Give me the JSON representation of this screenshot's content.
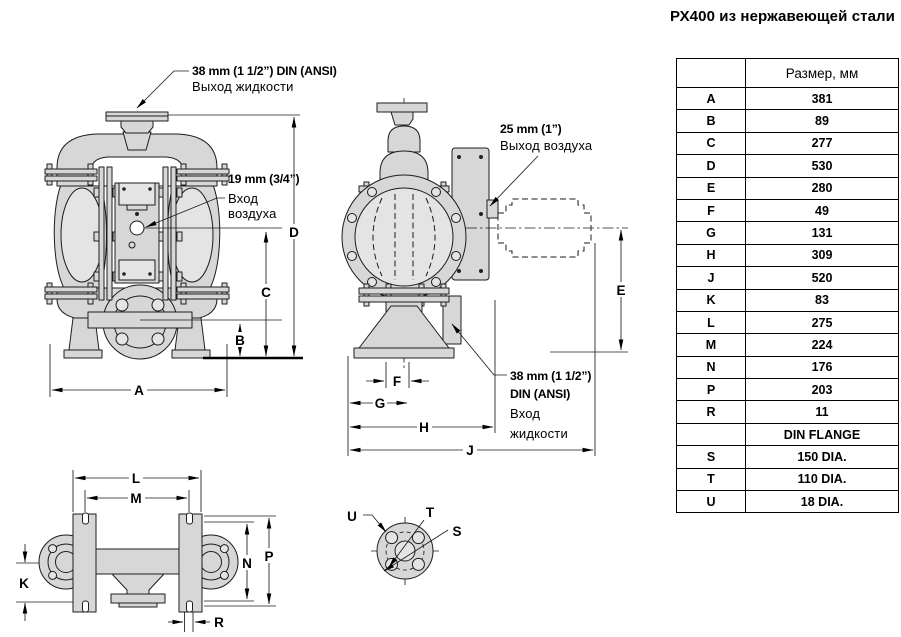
{
  "title": "РХ400 из нержавеющей стали",
  "table": {
    "size_header": "Размер, мм",
    "rows": [
      {
        "dim": "A",
        "value": "381"
      },
      {
        "dim": "B",
        "value": "89"
      },
      {
        "dim": "C",
        "value": "277"
      },
      {
        "dim": "D",
        "value": "530"
      },
      {
        "dim": "E",
        "value": "280"
      },
      {
        "dim": "F",
        "value": "49"
      },
      {
        "dim": "G",
        "value": "131"
      },
      {
        "dim": "H",
        "value": "309"
      },
      {
        "dim": "J",
        "value": "520"
      },
      {
        "dim": "K",
        "value": "83"
      },
      {
        "dim": "L",
        "value": "275"
      },
      {
        "dim": "M",
        "value": "224"
      },
      {
        "dim": "N",
        "value": "176"
      },
      {
        "dim": "P",
        "value": "203"
      },
      {
        "dim": "R",
        "value": "11"
      }
    ],
    "din_flange_header": "DIN FLANGE",
    "din_rows": [
      {
        "dim": "S",
        "value": "150 DIA."
      },
      {
        "dim": "T",
        "value": "110 DIA."
      },
      {
        "dim": "U",
        "value": "18 DIA."
      }
    ]
  },
  "callouts": {
    "fluid_outlet": {
      "line1": "38 mm (1 1/2”) DIN (ANSI)",
      "line2": "Выход жидкости"
    },
    "air_inlet": {
      "line1": "19 mm (3/4”)",
      "line2": "Вход",
      "line3": "воздуха"
    },
    "air_outlet": {
      "line1": "25 mm (1”)",
      "line2": "Выход воздуха"
    },
    "fluid_inlet": {
      "line1": "38 mm (1 1/2”)",
      "line2": "DIN (ANSI)",
      "line3": "Вход",
      "line4": "жидкости"
    }
  },
  "dim_labels": {
    "A": "A",
    "B": "B",
    "C": "C",
    "D": "D",
    "E": "E",
    "F": "F",
    "G": "G",
    "H": "H",
    "J": "J",
    "K": "K",
    "L": "L",
    "M": "M",
    "N": "N",
    "P": "P",
    "R": "R",
    "S": "S",
    "T": "T",
    "U": "U"
  }
}
